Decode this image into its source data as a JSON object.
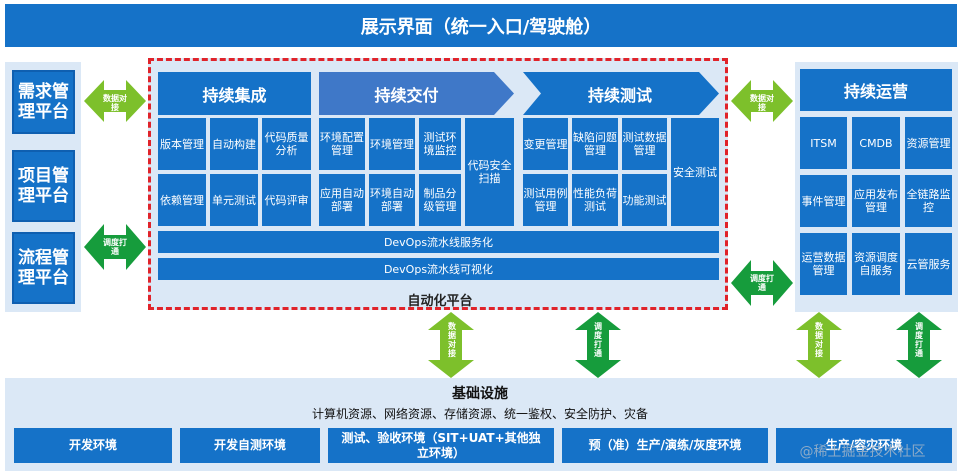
{
  "top_title": "展示界面（统一入口/驾驶舱）",
  "left_boxes": [
    "需求管理平台",
    "项目管理平台",
    "流程管理平台"
  ],
  "left_arrows": [
    "数据对接",
    "调度打通"
  ],
  "ci": {
    "header": "持续集成",
    "cells": [
      "版本管理",
      "自动构建",
      "代码质量分析",
      "依赖管理",
      "单元测试",
      "代码评审"
    ]
  },
  "cd": {
    "header": "持续交付",
    "cells": [
      "环境配置管理",
      "环境管理",
      "测试环境监控",
      "应用自动部署",
      "环境自动部署",
      "制品分级管理"
    ],
    "tall": "代码安全扫描"
  },
  "ct": {
    "header": "持续测试",
    "cells": [
      "变更管理",
      "缺陷问题管理",
      "测试数据管理",
      "测试用例管理",
      "性能负荷测试",
      "功能测试"
    ],
    "tall": "安全测试"
  },
  "bars": [
    "DevOps流水线服务化",
    "DevOps流水线可视化"
  ],
  "auto_label": "自动化平台",
  "right_arrows": [
    "数据对接",
    "调度打通"
  ],
  "ops": {
    "header": "持续运营",
    "cells": [
      "ITSM",
      "CMDB",
      "资源管理",
      "事件管理",
      "应用发布管理",
      "全链路监控",
      "运营数据管理",
      "资源调度自服务",
      "云管服务"
    ]
  },
  "vertical_arrows": [
    "数据对接",
    "调度打通",
    "数据对接",
    "调度打通"
  ],
  "infra": {
    "title": "基础设施",
    "subtitle": "计算机资源、网络资源、存储资源、统一鉴权、安全防护、灾备",
    "envs": [
      "开发环境",
      "开发自测环境",
      "测试、验收环境（SIT+UAT+其他独立环境）",
      "预（准）生产/演练/灰度环境",
      "生产/容灾环境"
    ]
  },
  "watermark": "@稀土掘金技术社区",
  "colors": {
    "primary": "#1572c8",
    "arrow": "#7dc02b",
    "arrow_dark": "#169c3c",
    "panel": "#dbe8f6",
    "dashed": "#e0232a"
  }
}
